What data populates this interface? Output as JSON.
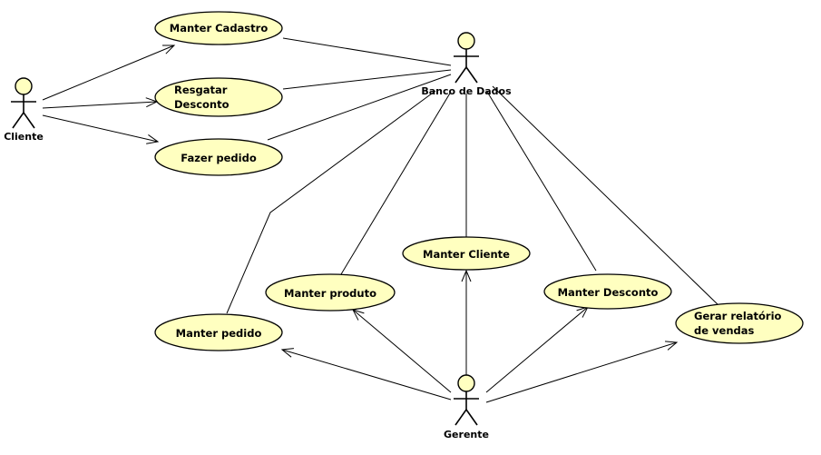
{
  "diagram": {
    "colors": {
      "use_case_fill": "#ffffc0",
      "stroke": "#000000",
      "background": "#ffffff"
    },
    "actors": {
      "cliente": "Cliente",
      "banco_de_dados": "Banco de Dados",
      "gerente": "Gerente"
    },
    "use_cases": {
      "manter_cadastro": "Manter Cadastro",
      "resgatar_desconto_line1": "Resgatar",
      "resgatar_desconto_line2": "Desconto",
      "fazer_pedido": "Fazer pedido",
      "manter_cliente": "Manter Cliente",
      "manter_produto": "Manter produto",
      "manter_desconto": "Manter Desconto",
      "manter_pedido": "Manter pedido",
      "gerar_relatorio_line1": "Gerar relatório",
      "gerar_relatorio_line2": "de vendas"
    },
    "associations": [
      {
        "from": "Cliente",
        "to": "Manter Cadastro",
        "arrow": true
      },
      {
        "from": "Cliente",
        "to": "Resgatar Desconto",
        "arrow": true
      },
      {
        "from": "Cliente",
        "to": "Fazer pedido",
        "arrow": true
      },
      {
        "from": "Manter Cadastro",
        "to": "Banco de Dados",
        "arrow": false
      },
      {
        "from": "Resgatar Desconto",
        "to": "Banco de Dados",
        "arrow": false
      },
      {
        "from": "Fazer pedido",
        "to": "Banco de Dados",
        "arrow": false
      },
      {
        "from": "Manter pedido",
        "to": "Banco de Dados",
        "arrow": false
      },
      {
        "from": "Manter produto",
        "to": "Banco de Dados",
        "arrow": false
      },
      {
        "from": "Manter Cliente",
        "to": "Banco de Dados",
        "arrow": false
      },
      {
        "from": "Manter Desconto",
        "to": "Banco de Dados",
        "arrow": false
      },
      {
        "from": "Gerar relatório de vendas",
        "to": "Banco de Dados",
        "arrow": false
      },
      {
        "from": "Gerente",
        "to": "Manter pedido",
        "arrow": true
      },
      {
        "from": "Gerente",
        "to": "Manter produto",
        "arrow": true
      },
      {
        "from": "Gerente",
        "to": "Manter Cliente",
        "arrow": true
      },
      {
        "from": "Gerente",
        "to": "Manter Desconto",
        "arrow": true
      },
      {
        "from": "Gerente",
        "to": "Gerar relatório de vendas",
        "arrow": true
      }
    ]
  }
}
